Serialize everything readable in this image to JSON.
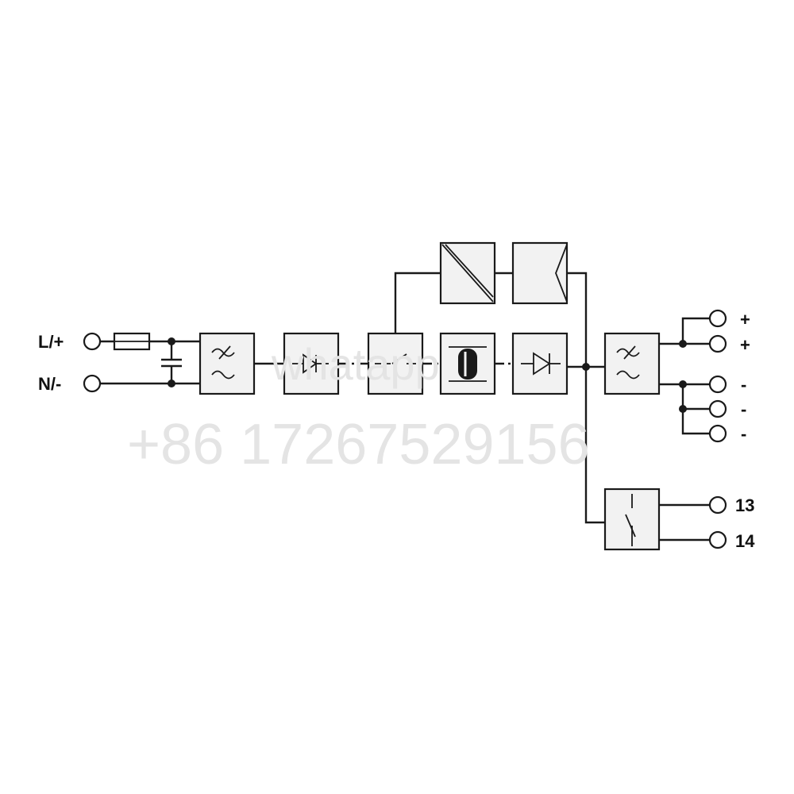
{
  "inputs": {
    "line_label": "L/+",
    "neutral_label": "N/-"
  },
  "outputs": {
    "plus_1": "+",
    "plus_2": "+",
    "minus_1": "-",
    "minus_2": "-",
    "minus_3": "-"
  },
  "relay": {
    "contact_1": "13",
    "contact_2": "14"
  },
  "watermark": {
    "line_1": "whatapp",
    "line_2": "+86 17267529156"
  },
  "colors": {
    "stroke": "#1a1a1a",
    "box_fill": "#f2f2f2",
    "watermark": "#e4e4e4"
  }
}
